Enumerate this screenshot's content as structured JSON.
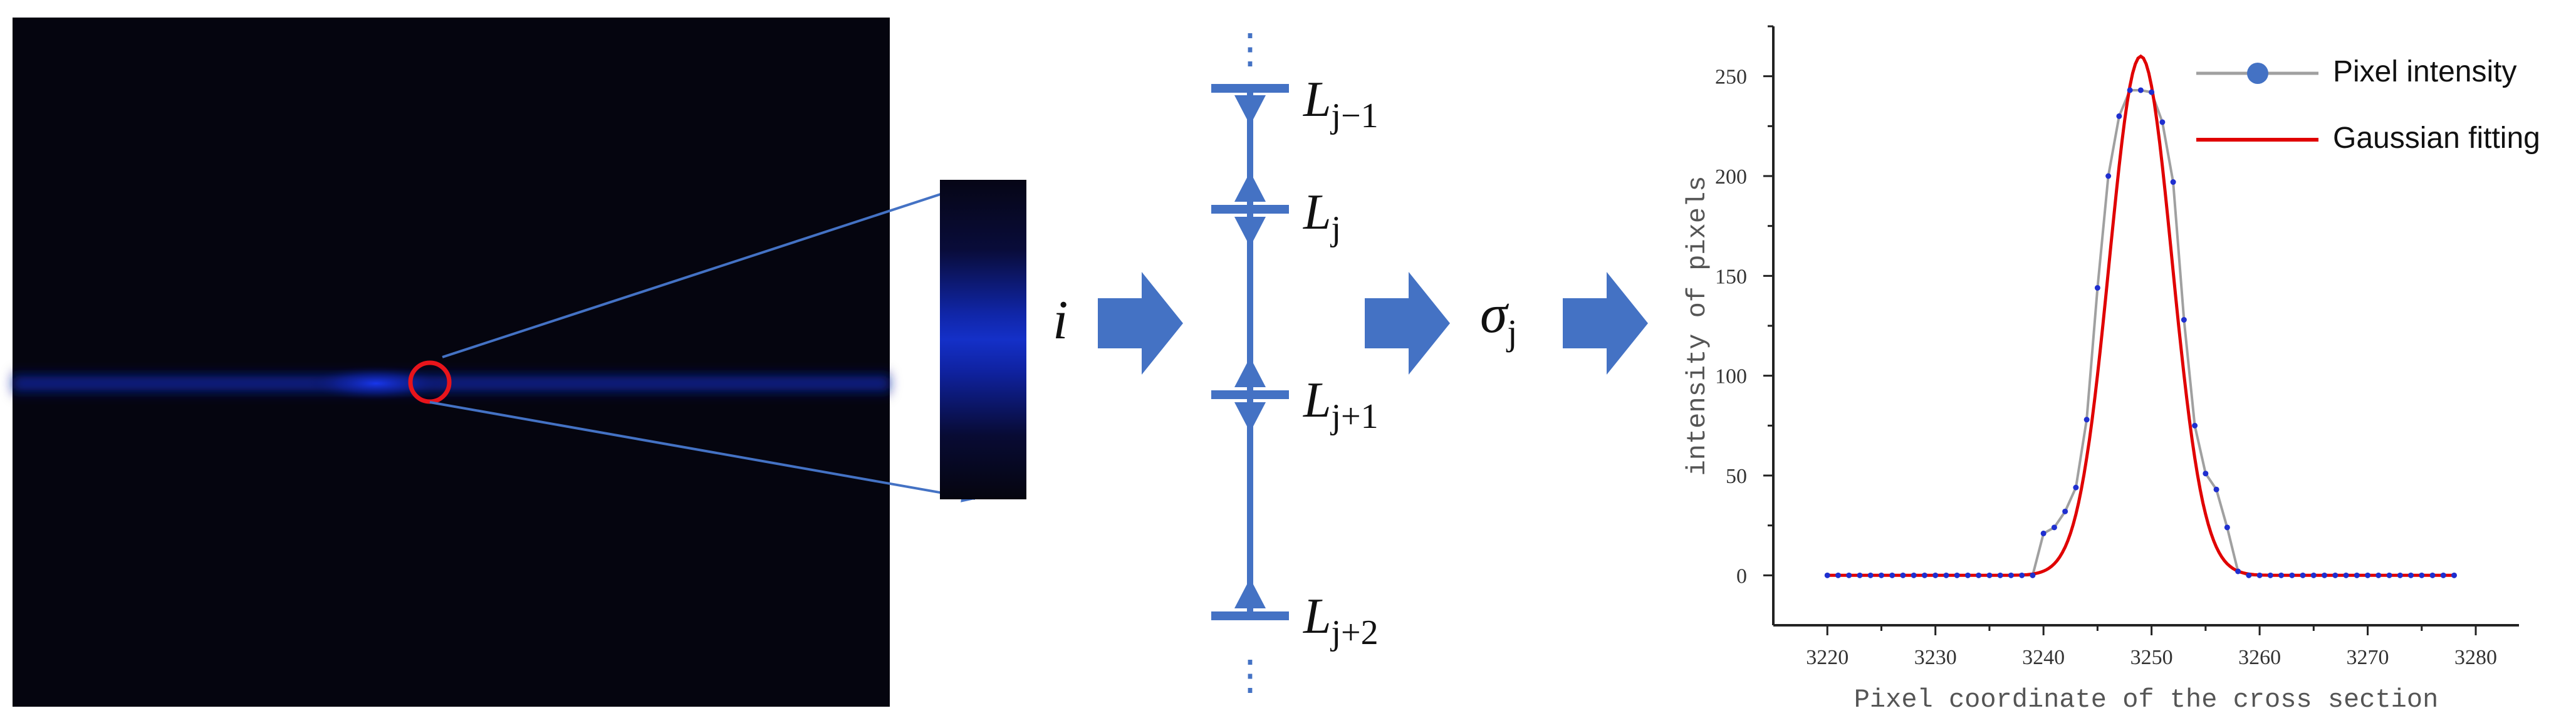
{
  "variables": {
    "pixel_index": "i",
    "sigma_base": "σ",
    "sigma_sub": "j"
  },
  "ladder": {
    "var": "L",
    "subs": [
      "j−1",
      "j",
      "j+1",
      "j+2"
    ],
    "ellipsis": "⋮"
  },
  "colors": {
    "accent_blue": "#4472c4",
    "ring_red": "#e8141b",
    "fit_red": "#e00000",
    "data_grey": "#a0a0a0",
    "data_point_blue": "#1f2fd0",
    "beam_blue": "#1530d8"
  },
  "chart_data": {
    "type": "line",
    "xlabel": "Pixel coordinate of the cross section",
    "ylabel": "intensity of pixels",
    "xlim": [
      3215,
      3284
    ],
    "ylim": [
      -25,
      275
    ],
    "xticks": [
      3220,
      3230,
      3240,
      3250,
      3260,
      3270,
      3280
    ],
    "yticks": [
      0,
      50,
      100,
      150,
      200,
      250
    ],
    "legend_position": "top-right",
    "grid": false,
    "series": [
      {
        "name": "Pixel intensity",
        "style": "line-with-markers",
        "color": "#a0a0a0",
        "marker_color": "#1f2fd0",
        "x": [
          3220,
          3221,
          3222,
          3223,
          3224,
          3225,
          3226,
          3227,
          3228,
          3229,
          3230,
          3231,
          3232,
          3233,
          3234,
          3235,
          3236,
          3237,
          3238,
          3239,
          3240,
          3241,
          3242,
          3243,
          3244,
          3245,
          3246,
          3247,
          3248,
          3249,
          3250,
          3251,
          3252,
          3253,
          3254,
          3255,
          3256,
          3257,
          3258,
          3259,
          3260,
          3261,
          3262,
          3263,
          3264,
          3265,
          3266,
          3267,
          3268,
          3269,
          3270,
          3271,
          3272,
          3273,
          3274,
          3275,
          3276,
          3277,
          3278
        ],
        "y": [
          0,
          0,
          0,
          0,
          0,
          0,
          0,
          0,
          0,
          0,
          0,
          0,
          0,
          0,
          0,
          0,
          0,
          0,
          0,
          0,
          21,
          24,
          32,
          44,
          78,
          144,
          200,
          230,
          243,
          243,
          242,
          227,
          197,
          128,
          75,
          51,
          43,
          24,
          2,
          0,
          0,
          0,
          0,
          0,
          0,
          0,
          0,
          0,
          0,
          0,
          0,
          0,
          0,
          0,
          0,
          0,
          0,
          0,
          0
        ]
      },
      {
        "name": "Gaussian fitting",
        "style": "line",
        "color": "#e00000",
        "model": "gaussian",
        "amplitude": 260,
        "mean": 3249,
        "sigma": 2.9
      }
    ]
  }
}
